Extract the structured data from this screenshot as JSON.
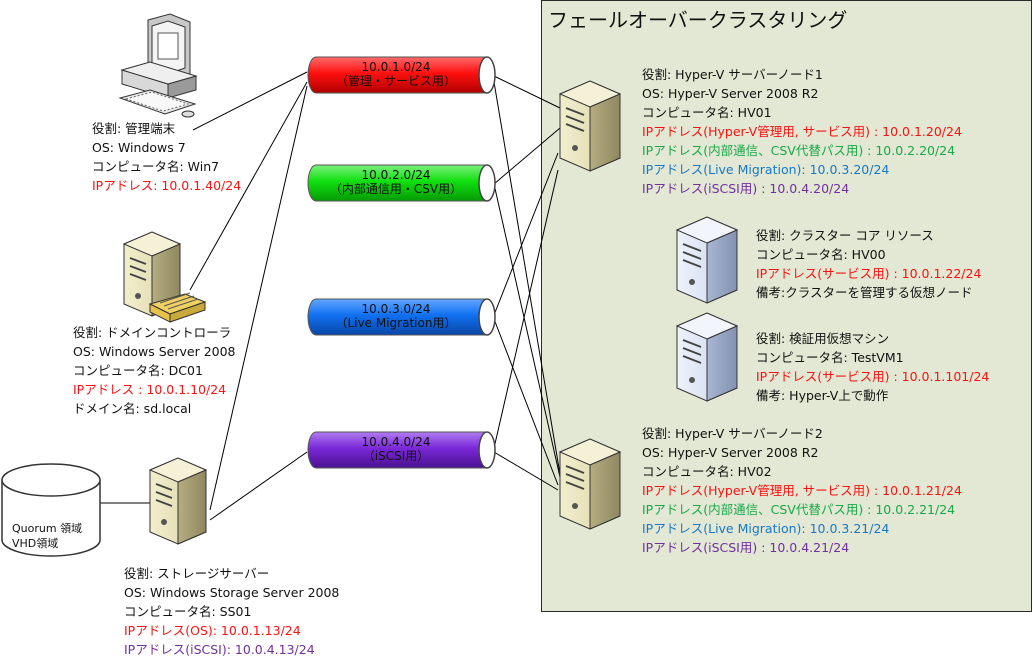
{
  "colors": {
    "red": "#ff1010",
    "green": "#18a848",
    "blue": "#1878c8",
    "purple": "#7030a0",
    "black": "#111111",
    "cluster_bg": "#e2e8d3"
  },
  "cluster": {
    "title": "フェールオーバークラスタリング"
  },
  "networks": [
    {
      "subnet": "10.0.1.0/24",
      "purpose": "（管理・サービス用）",
      "color": "#ff1010"
    },
    {
      "subnet": "10.0.2.0/24",
      "purpose": "（内部通信用・CSV用）",
      "color": "#18a848"
    },
    {
      "subnet": "10.0.3.0/24",
      "purpose": "（Live Migration用）",
      "color": "#1878c8"
    },
    {
      "subnet": "10.0.4.0/24",
      "purpose": "（iSCSI用）",
      "color": "#7030a0"
    }
  ],
  "storage_disk": {
    "line1": "Quorum 領域",
    "line2": "VHD領域"
  },
  "nodes": {
    "win7": {
      "icon": "desktop-pc-icon",
      "lines": [
        {
          "text": "役割: 管理端末",
          "color": "black"
        },
        {
          "text": "OS: Windows 7",
          "color": "black"
        },
        {
          "text": "コンピュータ名: Win7",
          "color": "black"
        },
        {
          "text": "IPアドレス: 10.0.1.40/24",
          "color": "red"
        }
      ]
    },
    "dc01": {
      "icon": "domain-controller-icon",
      "lines": [
        {
          "text": "役割: ドメインコントローラ",
          "color": "black"
        },
        {
          "text": "OS: Windows Server 2008",
          "color": "black"
        },
        {
          "text": "コンピュータ名: DC01",
          "color": "black"
        },
        {
          "text": "IPアドレス : 10.0.1.10/24",
          "color": "red"
        },
        {
          "text": "ドメイン名: sd.local",
          "color": "black"
        }
      ]
    },
    "ss01": {
      "icon": "storage-server-icon",
      "lines": [
        {
          "text": "役割: ストレージサーバー",
          "color": "black"
        },
        {
          "text": "OS: Windows Storage Server 2008",
          "color": "black"
        },
        {
          "text": "コンピュータ名: SS01",
          "color": "black"
        },
        {
          "text": "IPアドレス(OS): 10.0.1.13/24",
          "color": "red"
        },
        {
          "text": "IPアドレス(iSCSI): 10.0.4.13/24",
          "color": "purple"
        }
      ]
    },
    "hv01": {
      "icon": "hyperv-server-icon",
      "lines": [
        {
          "text": "役割: Hyper-V サーバーノード1",
          "color": "black"
        },
        {
          "text": "OS: Hyper-V Server 2008 R2",
          "color": "black"
        },
        {
          "text": "コンピュータ名: HV01",
          "color": "black"
        },
        {
          "text": "IPアドレス(Hyper-V管理用, サービス用) : 10.0.1.20/24",
          "color": "red"
        },
        {
          "text": "IPアドレス(内部通信、CSV代替パス用) : 10.0.2.20/24",
          "color": "green"
        },
        {
          "text": "IPアドレス(Live Migration): 10.0.3.20/24",
          "color": "blue"
        },
        {
          "text": "IPアドレス(iSCSI用) : 10.0.4.20/24",
          "color": "purple"
        }
      ]
    },
    "hv00": {
      "icon": "virtual-server-icon",
      "lines": [
        {
          "text": "役割: クラスター コア リソース",
          "color": "black"
        },
        {
          "text": "コンピュータ名: HV00",
          "color": "black"
        },
        {
          "text": "IPアドレス(サービス用) : 10.0.1.22/24",
          "color": "red"
        },
        {
          "text": "備考:クラスターを管理する仮想ノード",
          "color": "black"
        }
      ]
    },
    "testvm1": {
      "icon": "virtual-server-icon",
      "lines": [
        {
          "text": "役割: 検証用仮想マシン",
          "color": "black"
        },
        {
          "text": "コンピュータ名: TestVM1",
          "color": "black"
        },
        {
          "text": "IPアドレス(サービス用) : 10.0.1.101/24",
          "color": "red"
        },
        {
          "text": "備考: Hyper-V上で動作",
          "color": "black"
        }
      ]
    },
    "hv02": {
      "icon": "hyperv-server-icon",
      "lines": [
        {
          "text": "役割: Hyper-V サーバーノード2",
          "color": "black"
        },
        {
          "text": "OS: Hyper-V Server 2008 R2",
          "color": "black"
        },
        {
          "text": "コンピュータ名: HV02",
          "color": "black"
        },
        {
          "text": "IPアドレス(Hyper-V管理用, サービス用) : 10.0.1.21/24",
          "color": "red"
        },
        {
          "text": "IPアドレス(内部通信、CSV代替パス用) : 10.0.2.21/24",
          "color": "green"
        },
        {
          "text": "IPアドレス(Live Migration): 10.0.3.21/24",
          "color": "blue"
        },
        {
          "text": "IPアドレス(iSCSI用) : 10.0.4.21/24",
          "color": "purple"
        }
      ]
    }
  }
}
